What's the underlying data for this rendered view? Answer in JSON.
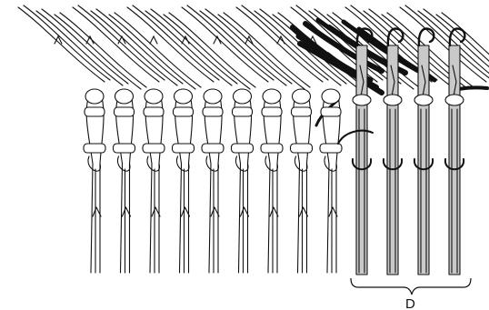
{
  "figure": {
    "label_d": "D",
    "stitch_loop_count": 9,
    "needle_count": 4,
    "colors": {
      "background": "#ffffff",
      "line": "#111111",
      "needle_fill": "#c9c9c9",
      "dark_yarn": "#111111"
    }
  }
}
